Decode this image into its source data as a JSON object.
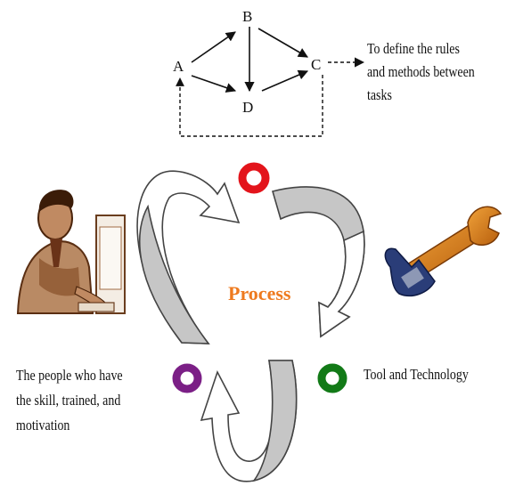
{
  "flow": {
    "nodes": [
      "A",
      "B",
      "C",
      "D"
    ],
    "edges": [
      [
        "A",
        "B"
      ],
      [
        "A",
        "D"
      ],
      [
        "B",
        "C"
      ],
      [
        "B",
        "D"
      ],
      [
        "D",
        "C"
      ]
    ],
    "caption_lines": [
      "To define the rules",
      "and methods between",
      "tasks"
    ]
  },
  "cycle": {
    "center_label": "Process",
    "people_lines": [
      "The people who have",
      "the skill, trained, and",
      "motivation"
    ],
    "tool_label": "Tool and Technology"
  },
  "colors": {
    "red_ring": "#e3141b",
    "purple_ring": "#7b1f86",
    "green_ring": "#127a17",
    "arrow_fill": "#c6c6c6",
    "process_text": "#ee7a1f"
  },
  "icons": [
    "person-at-computer-icon",
    "wrench-icon"
  ]
}
